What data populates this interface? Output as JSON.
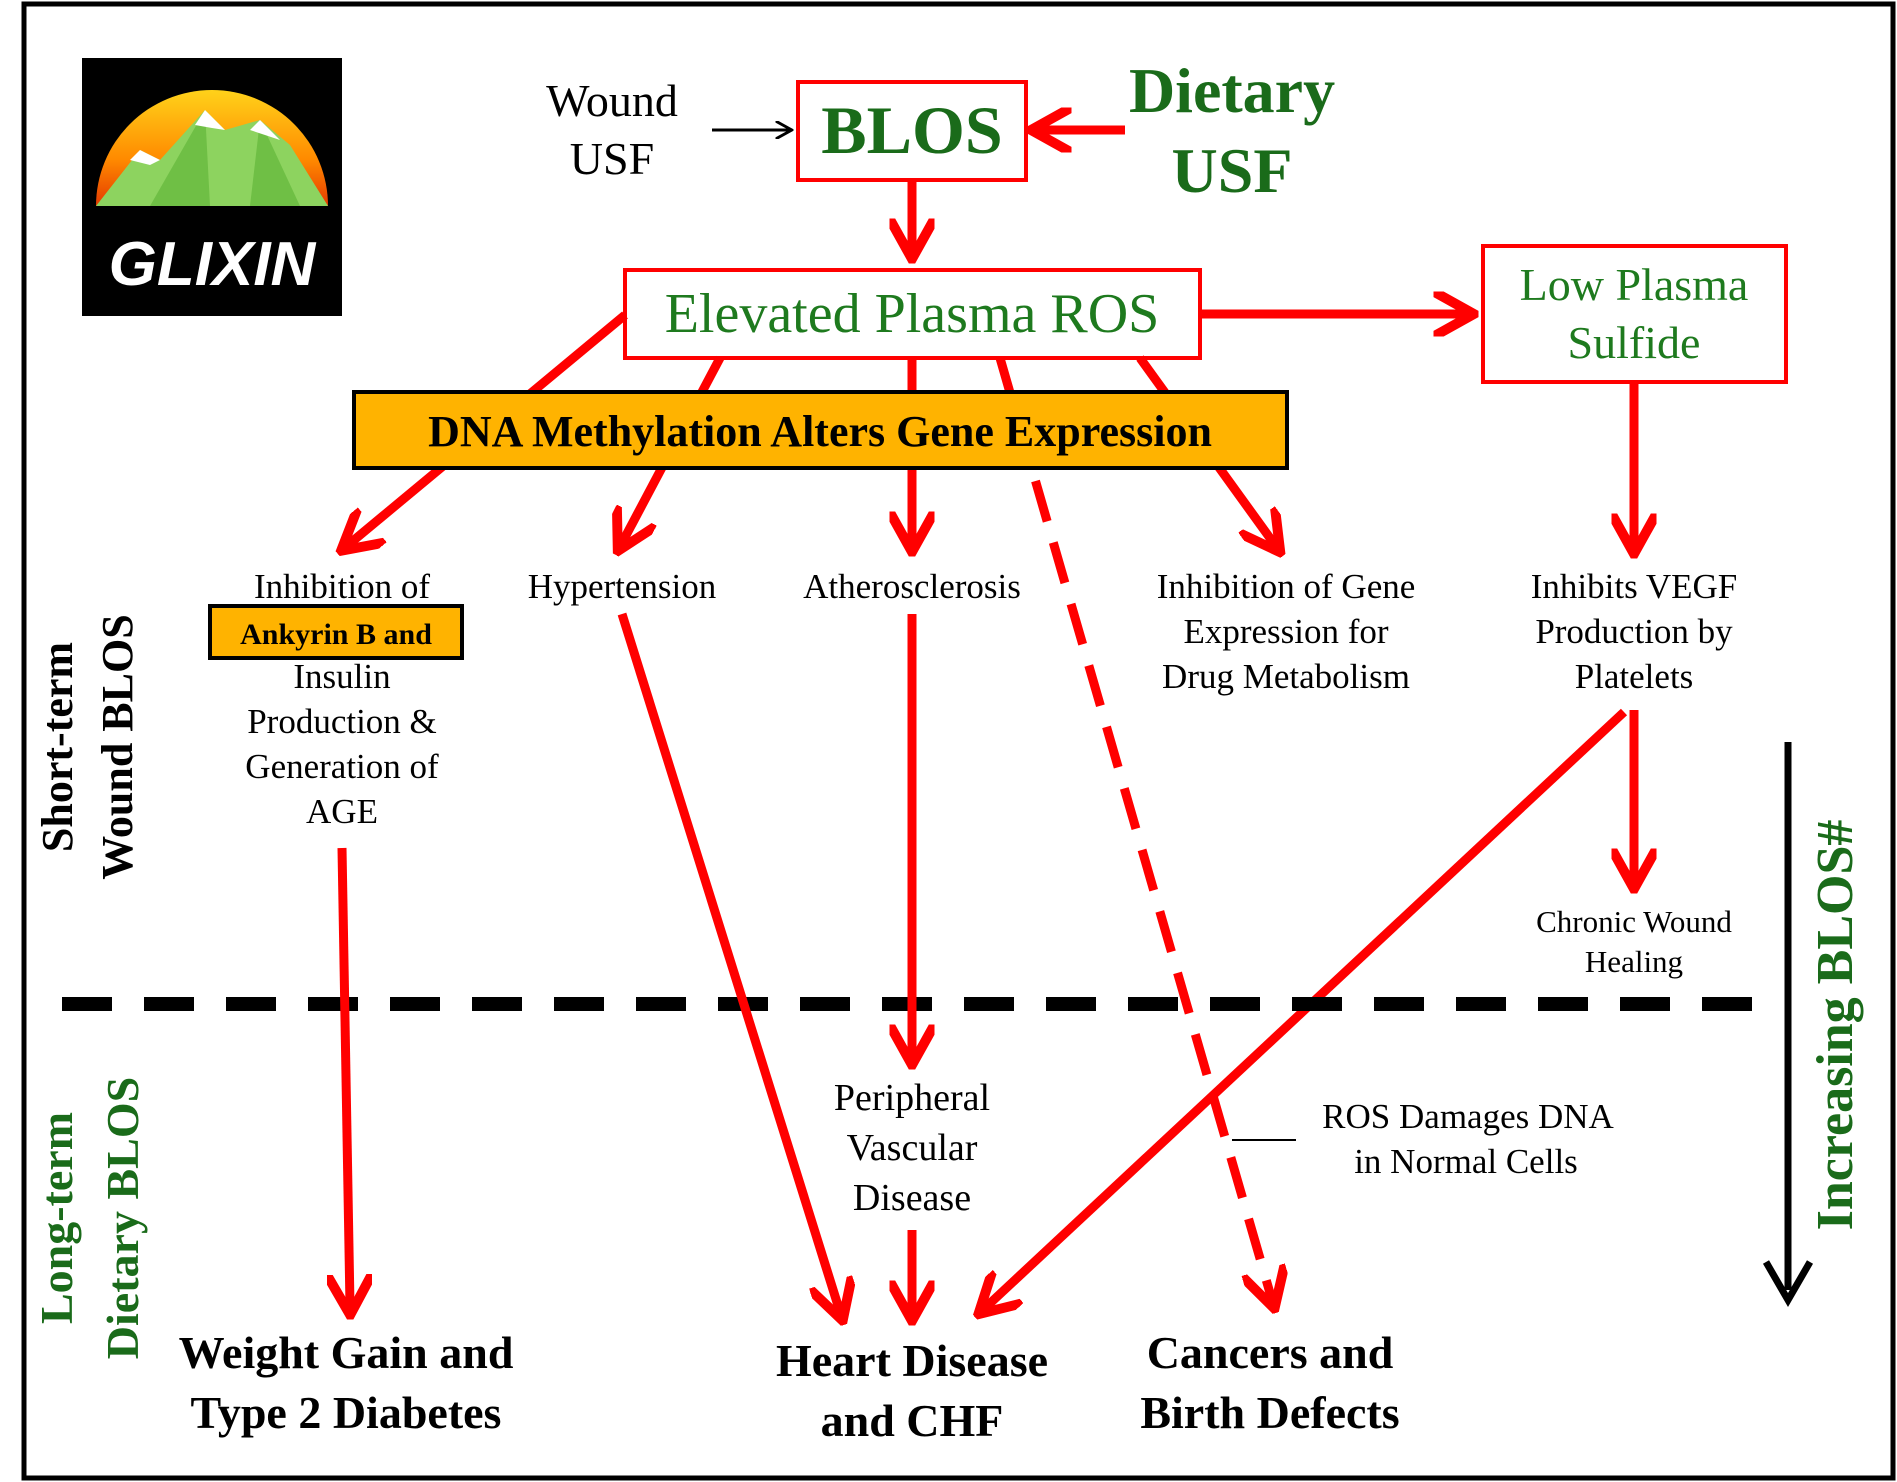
{
  "logo": {
    "text": "GLIXIN"
  },
  "top": {
    "wound_usf_line1": "Wound",
    "wound_usf_line2": "USF",
    "blos": "BLOS",
    "dietary_usf_line1": "Dietary",
    "dietary_usf_line2": "USF"
  },
  "ros_box": "Elevated Plasma ROS",
  "sulfide_box_line1": "Low Plasma",
  "sulfide_box_line2": "Sulfide",
  "dna_banner": "DNA Methylation Alters Gene Expression",
  "effects": {
    "inhibition_line1": "Inhibition of",
    "ankyrin": "Ankyrin B and",
    "inhibition_line3": "Insulin",
    "inhibition_line4": "Production &",
    "inhibition_line5": "Generation of",
    "inhibition_line6": "AGE",
    "hypertension": "Hypertension",
    "atherosclerosis": "Atherosclerosis",
    "gene_line1": "Inhibition of Gene",
    "gene_line2": "Expression for",
    "gene_line3": "Drug Metabolism",
    "vegf_line1": "Inhibits VEGF",
    "vegf_line2": "Production by",
    "vegf_line3": "Platelets",
    "chronic_line1": "Chronic Wound",
    "chronic_line2": "Healing",
    "pvd_line1": "Peripheral",
    "pvd_line2": "Vascular",
    "pvd_line3": "Disease",
    "ros_dna_line1": "ROS Damages DNA",
    "ros_dna_line2": "in Normal Cells"
  },
  "outcomes": {
    "weight_line1": "Weight Gain and",
    "weight_line2": "Type 2 Diabetes",
    "heart_line1": "Heart Disease",
    "heart_line2": "and CHF",
    "cancer_line1": "Cancers and",
    "cancer_line2": "Birth Defects"
  },
  "side_labels": {
    "short_term_line1": "Short-term",
    "short_term_line2": "Wound BLOS",
    "long_term_line1": "Long-term",
    "long_term_line2": "Dietary BLOS",
    "increasing": "Increasing BLOS#"
  },
  "colors": {
    "arrow_red": "#ff0000",
    "text_green": "#1e7a1e",
    "banner_orange": "#ffb300",
    "border_black": "#000000"
  }
}
